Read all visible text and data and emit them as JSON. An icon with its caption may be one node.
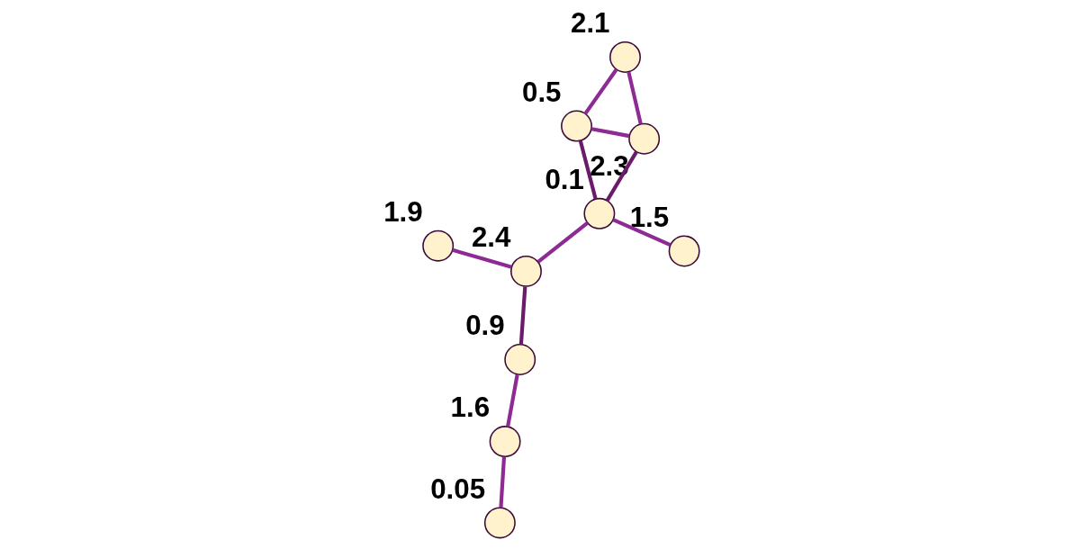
{
  "diagram": {
    "nodes": [
      {
        "text": [],
        "shape": "circle",
        "beside": [
          "1.9"
        ]
      },
      {
        "text": [],
        "shape": "circle",
        "beside": [
          "1.5"
        ]
      },
      {
        "text": [],
        "shape": "circle",
        "beside": [
          "0.1"
        ]
      },
      {
        "text": [],
        "shape": "circle",
        "beside": [
          "0.5"
        ]
      },
      {
        "text": [],
        "shape": "circle",
        "beside": [
          "2.1"
        ]
      },
      {
        "text": [],
        "shape": "circle",
        "beside": [
          "2.4"
        ]
      },
      {
        "text": [],
        "shape": "circle",
        "beside": [
          "0.9"
        ]
      },
      {
        "text": [],
        "shape": "circle",
        "beside": [
          "2.3"
        ]
      },
      {
        "text": [],
        "shape": "circle",
        "beside": [
          "1.6"
        ]
      },
      {
        "text": [],
        "shape": "circle",
        "beside": [
          "0.05"
        ]
      }
    ],
    "edges": [
      {
        "from": 1,
        "to": 2,
        "arrow": "none"
      },
      {
        "from": 2,
        "to": 7,
        "arrow": "none",
        "color": "#6a1b6a"
      },
      {
        "from": 0,
        "to": 5,
        "arrow": "none"
      },
      {
        "from": 5,
        "to": 2,
        "arrow": "none"
      },
      {
        "from": 2,
        "to": 3,
        "arrow": "none",
        "color": "#6a1b6a"
      },
      {
        "from": 5,
        "to": 6,
        "arrow": "none",
        "color": "#6a1b6a"
      },
      {
        "from": 3,
        "to": 4,
        "arrow": "none"
      },
      {
        "from": 3,
        "to": 7,
        "arrow": "none"
      },
      {
        "from": 4,
        "to": 7,
        "arrow": "none"
      },
      {
        "from": 6,
        "to": 8,
        "arrow": "none"
      },
      {
        "from": 8,
        "to": 9,
        "arrow": "none"
      }
    ]
  }
}
